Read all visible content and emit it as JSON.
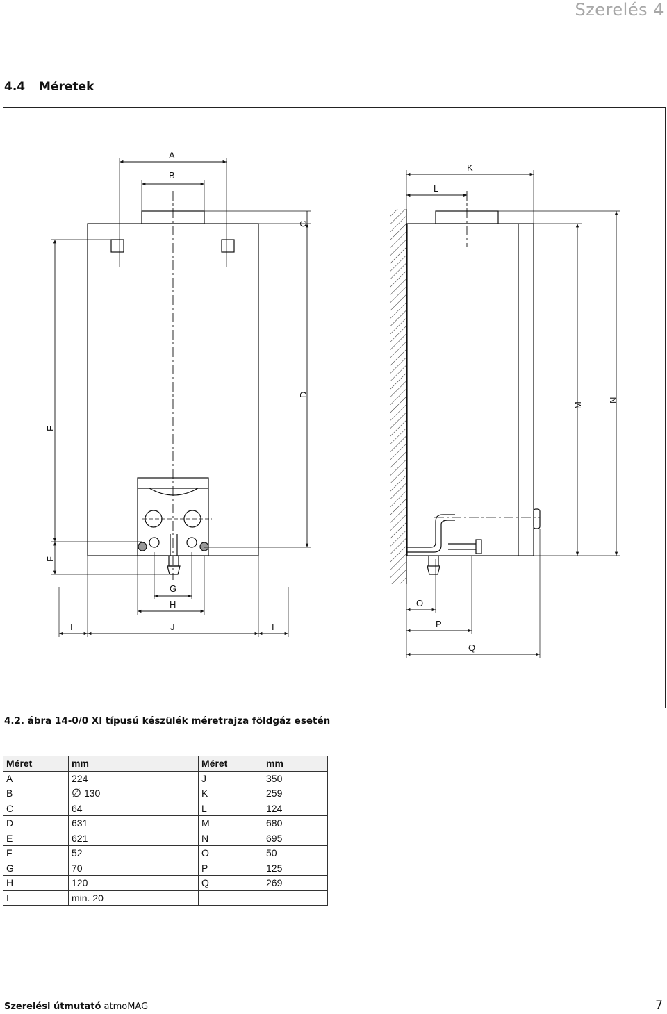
{
  "header": {
    "title": "Szerelés 4"
  },
  "section": {
    "number": "4.4",
    "title": "Méretek"
  },
  "figure": {
    "caption": "4.2. ábra 14-0/0 XI típusú készülék méretrajza földgáz esetén",
    "labels": {
      "A": "A",
      "B": "B",
      "C": "C",
      "D": "D",
      "E": "E",
      "F": "F",
      "G": "G",
      "H": "H",
      "I": "I",
      "J": "J",
      "K": "K",
      "L": "L",
      "M": "M",
      "N": "N",
      "O": "O",
      "P": "P",
      "Q": "Q"
    }
  },
  "table": {
    "headers": [
      "Méret",
      "mm",
      "Méret",
      "mm"
    ],
    "rows": [
      [
        "A",
        "224",
        "J",
        "350"
      ],
      [
        "B",
        "130",
        "K",
        "259"
      ],
      [
        "C",
        "64",
        "L",
        "124"
      ],
      [
        "D",
        "631",
        "M",
        "680"
      ],
      [
        "E",
        "621",
        "N",
        "695"
      ],
      [
        "F",
        "52",
        "O",
        "50"
      ],
      [
        "G",
        "70",
        "P",
        "125"
      ],
      [
        "H",
        "120",
        "Q",
        "269"
      ],
      [
        "I",
        "min. 20",
        "",
        ""
      ]
    ],
    "diameter_symbol": "∅"
  },
  "footer": {
    "bold": "Szerelési útmutató",
    "normal": "atmoMAG",
    "page": "7"
  }
}
